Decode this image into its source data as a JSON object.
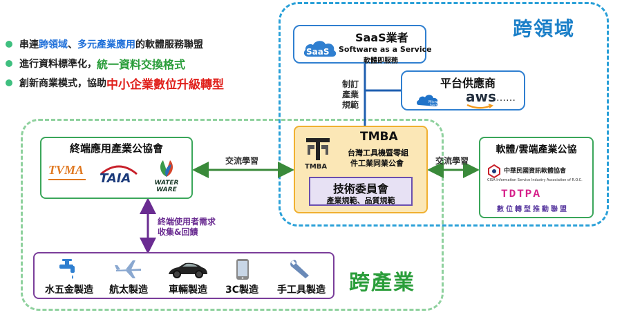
{
  "bullets": [
    {
      "parts": [
        {
          "text": "串連",
          "style": "normal"
        },
        {
          "text": "跨領域",
          "style": "blue"
        },
        {
          "text": "、",
          "style": "normal"
        },
        {
          "text": "多元產業應用",
          "style": "blue"
        },
        {
          "text": "的軟體服務聯盟",
          "style": "normal"
        }
      ]
    },
    {
      "parts": [
        {
          "text": "進行資料標準化，",
          "style": "normal"
        },
        {
          "text": "統一資料交換格式",
          "style": "green"
        }
      ]
    },
    {
      "parts": [
        {
          "text": "創新商業模式，協助",
          "style": "normal"
        },
        {
          "text": "中小企業數位升級轉型",
          "style": "red"
        }
      ]
    }
  ],
  "regions": {
    "cross_domain": "跨領域",
    "cross_industry": "跨產業"
  },
  "saas": {
    "title": "SaaS業者",
    "subtitle": "Software as a Service",
    "subtitle_zh": "軟體即服務",
    "icon_label": "SaaS"
  },
  "platform": {
    "title": "平台供應商",
    "azure_label": "Microsoft Azure",
    "aws_label": "aws",
    "ellipsis": "……"
  },
  "connector_label": [
    "制訂",
    "產業",
    "規範"
  ],
  "tmba": {
    "title": "TMBA",
    "subtitle_line1": "台灣工具機暨零組",
    "subtitle_line2": "件工業同業公會",
    "logo_text": "TMBA",
    "committee_title": "技術委員會",
    "committee_sub": "產業規範、品質規範"
  },
  "enduse": {
    "title": "終端應用產業公協會",
    "logos": [
      "TVMA",
      "TAIA",
      "WATER WARE"
    ]
  },
  "software": {
    "title": "軟體/雲端產業公協",
    "cisa_text": "中華民國資訊軟體協會",
    "cisa_sub": "CISA Information Service Industry Association of R.O.C.",
    "tdtpa_text": "TDTPA",
    "tdtpa_sub": "數位轉型推動聯盟"
  },
  "exchange_label_left": "交流學習",
  "exchange_label_right": "交流學習",
  "user_need": [
    "終端使用者需求",
    "收集&回饋"
  ],
  "industries": [
    {
      "label": "水五金製造",
      "icon": "faucet-icon"
    },
    {
      "label": "航太製造",
      "icon": "airplane-icon"
    },
    {
      "label": "車輛製造",
      "icon": "car-icon"
    },
    {
      "label": "3C製造",
      "icon": "phone-icon"
    },
    {
      "label": "手工具製造",
      "icon": "wrench-icon"
    }
  ],
  "colors": {
    "blue_region": "#2aa0d8",
    "green_region": "#8fd19e",
    "tmba_fill": "#fbe7b6",
    "committee_fill": "#e7e1f4",
    "accent_red": "#e0201b"
  }
}
